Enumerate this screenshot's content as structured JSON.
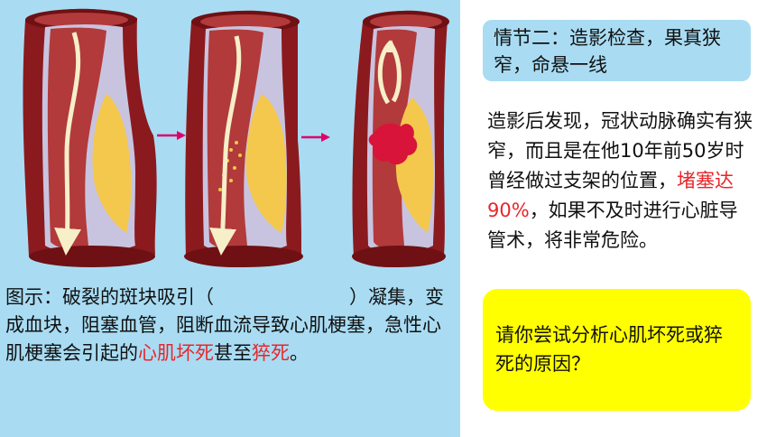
{
  "caption": {
    "part1": "图示：破裂的斑块吸引（",
    "part2": "）凝集，变成血块，阻塞血管，阻断血流导致心肌梗塞，急性心肌梗塞会引起的",
    "red1": "心肌坏死",
    "part3": "甚至",
    "red2": "猝死",
    "part4": "。"
  },
  "title": "情节二：造影检查，果真狭窄，命悬一线",
  "body": {
    "part1": "造影后发现，冠状动脉确实有狭窄，而且是在他10年前50岁时曾经做过支架的位置，",
    "red": "堵塞达90%",
    "part2": "，如果不及时进行心脏导管术，将非常危险。"
  },
  "question": "请你尝试分析心肌坏死或猝死的原因？",
  "colors": {
    "panel_blue": "#a9dcf3",
    "highlight_red": "#e8262a",
    "question_yellow": "#ffff00",
    "arrow_magenta": "#e0006a",
    "vessel_wall": "#8b1a1e",
    "lumen": "#b23a3a",
    "plaque": "#f4c84c",
    "clot": "#d8143a"
  }
}
